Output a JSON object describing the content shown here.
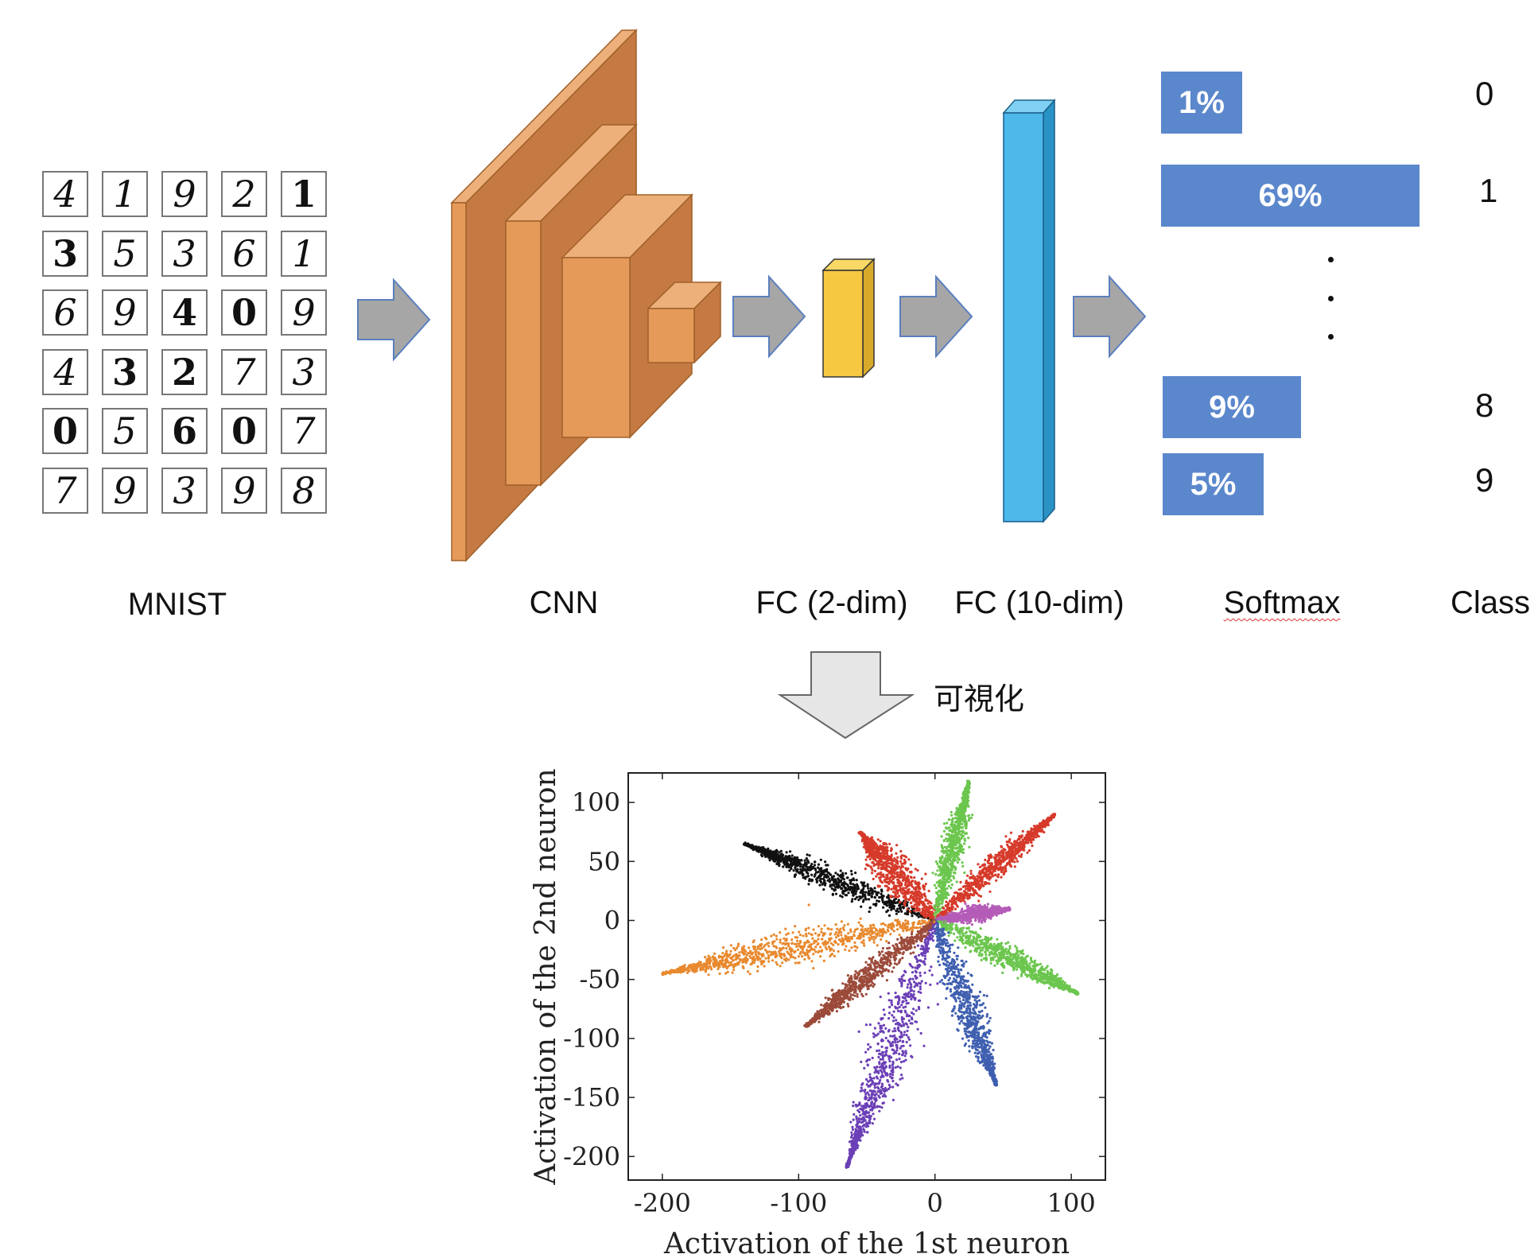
{
  "diagram": {
    "mnist_grid": [
      [
        "4",
        "1",
        "9",
        "2",
        "1"
      ],
      [
        "3",
        "5",
        "3",
        "6",
        "1"
      ],
      [
        "6",
        "9",
        "4",
        "0",
        "9"
      ],
      [
        "4",
        "3",
        "2",
        "7",
        "3"
      ],
      [
        "0",
        "5",
        "6",
        "0",
        "7"
      ],
      [
        "7",
        "9",
        "3",
        "9",
        "8"
      ]
    ],
    "stage_labels": {
      "mnist": "MNIST",
      "cnn": "CNN",
      "fc2": "FC (2-dim)",
      "fc10": "FC (10-dim)",
      "softmax": "Softmax",
      "class": "Class"
    },
    "softmax_bars": [
      {
        "label": "1%",
        "value": 0.01,
        "class": "0"
      },
      {
        "label": "69%",
        "value": 0.69,
        "class": "1"
      },
      {
        "label": "9%",
        "value": 0.09,
        "class": "8"
      },
      {
        "label": "5%",
        "value": 0.05,
        "class": "9"
      }
    ],
    "visualize_label": "可視化",
    "colors": {
      "cnn_front": "#e59a5a",
      "cnn_side": "#c47a42",
      "cnn_top": "#eeb07a",
      "fc2": "#f6c842",
      "fc10": "#4db8ea",
      "arrow": "#a6a6a6",
      "arrow_edge": "#5b7fbf",
      "bar": "#5b87cc"
    }
  },
  "chart_data": {
    "type": "scatter",
    "xlabel": "Activation of the 1st neuron",
    "ylabel": "Activation of the 2nd neuron",
    "xlim": [
      -225,
      125
    ],
    "ylim": [
      -220,
      125
    ],
    "xticks": [
      -200,
      -100,
      0,
      100
    ],
    "yticks": [
      100,
      50,
      0,
      -50,
      -100,
      -150,
      -200
    ],
    "series": [
      {
        "color": "#111111",
        "tip": [
          -140,
          65
        ],
        "width": 9
      },
      {
        "color": "#d63a2a",
        "tip": [
          -55,
          75
        ],
        "width": 14
      },
      {
        "color": "#6cc64e",
        "tip": [
          25,
          118
        ],
        "width": 7
      },
      {
        "color": "#d63a2a",
        "tip": [
          88,
          90
        ],
        "width": 8
      },
      {
        "color": "#b45cb8",
        "tip": [
          55,
          10
        ],
        "width": 5
      },
      {
        "color": "#6cc64e",
        "tip": [
          105,
          -62
        ],
        "width": 9
      },
      {
        "color": "#3f5fb0",
        "tip": [
          45,
          -140
        ],
        "width": 11
      },
      {
        "color": "#6b3fb6",
        "tip": [
          -65,
          -210
        ],
        "width": 14
      },
      {
        "color": "#9c4a3a",
        "tip": [
          -95,
          -90
        ],
        "width": 8
      },
      {
        "color": "#e8892e",
        "tip": [
          -200,
          -45
        ],
        "width": 13
      }
    ]
  }
}
